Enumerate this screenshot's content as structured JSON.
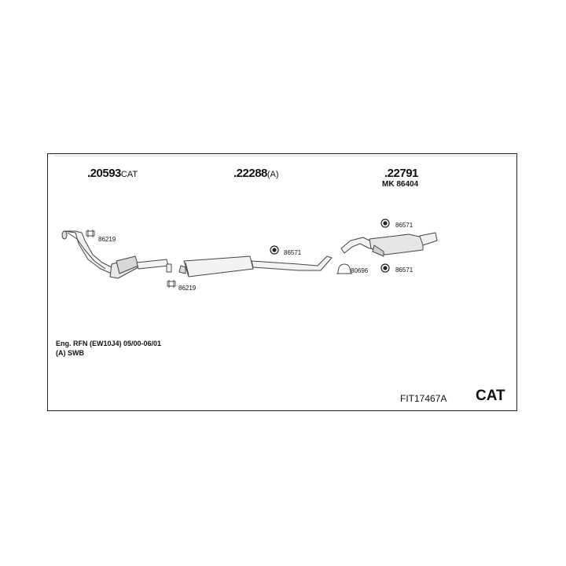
{
  "parts": {
    "p1": {
      "number": ".20593",
      "suffix": "CAT"
    },
    "p2": {
      "number": ".22288",
      "suffix": "(A)"
    },
    "p3": {
      "number": ".22791",
      "mk": "MK  86404"
    }
  },
  "labels": {
    "clamp_a": "86219",
    "clamp_b": "86219",
    "hanger_mid": "86571",
    "hanger_top": "86571",
    "ring": "80696",
    "hanger_bottom": "86571"
  },
  "info": {
    "engine": "Eng. RFN (EW10J4)    05/00-06/01",
    "variant": "(A) SWB"
  },
  "footer": {
    "code": "FIT17467A",
    "cat": "CAT"
  }
}
